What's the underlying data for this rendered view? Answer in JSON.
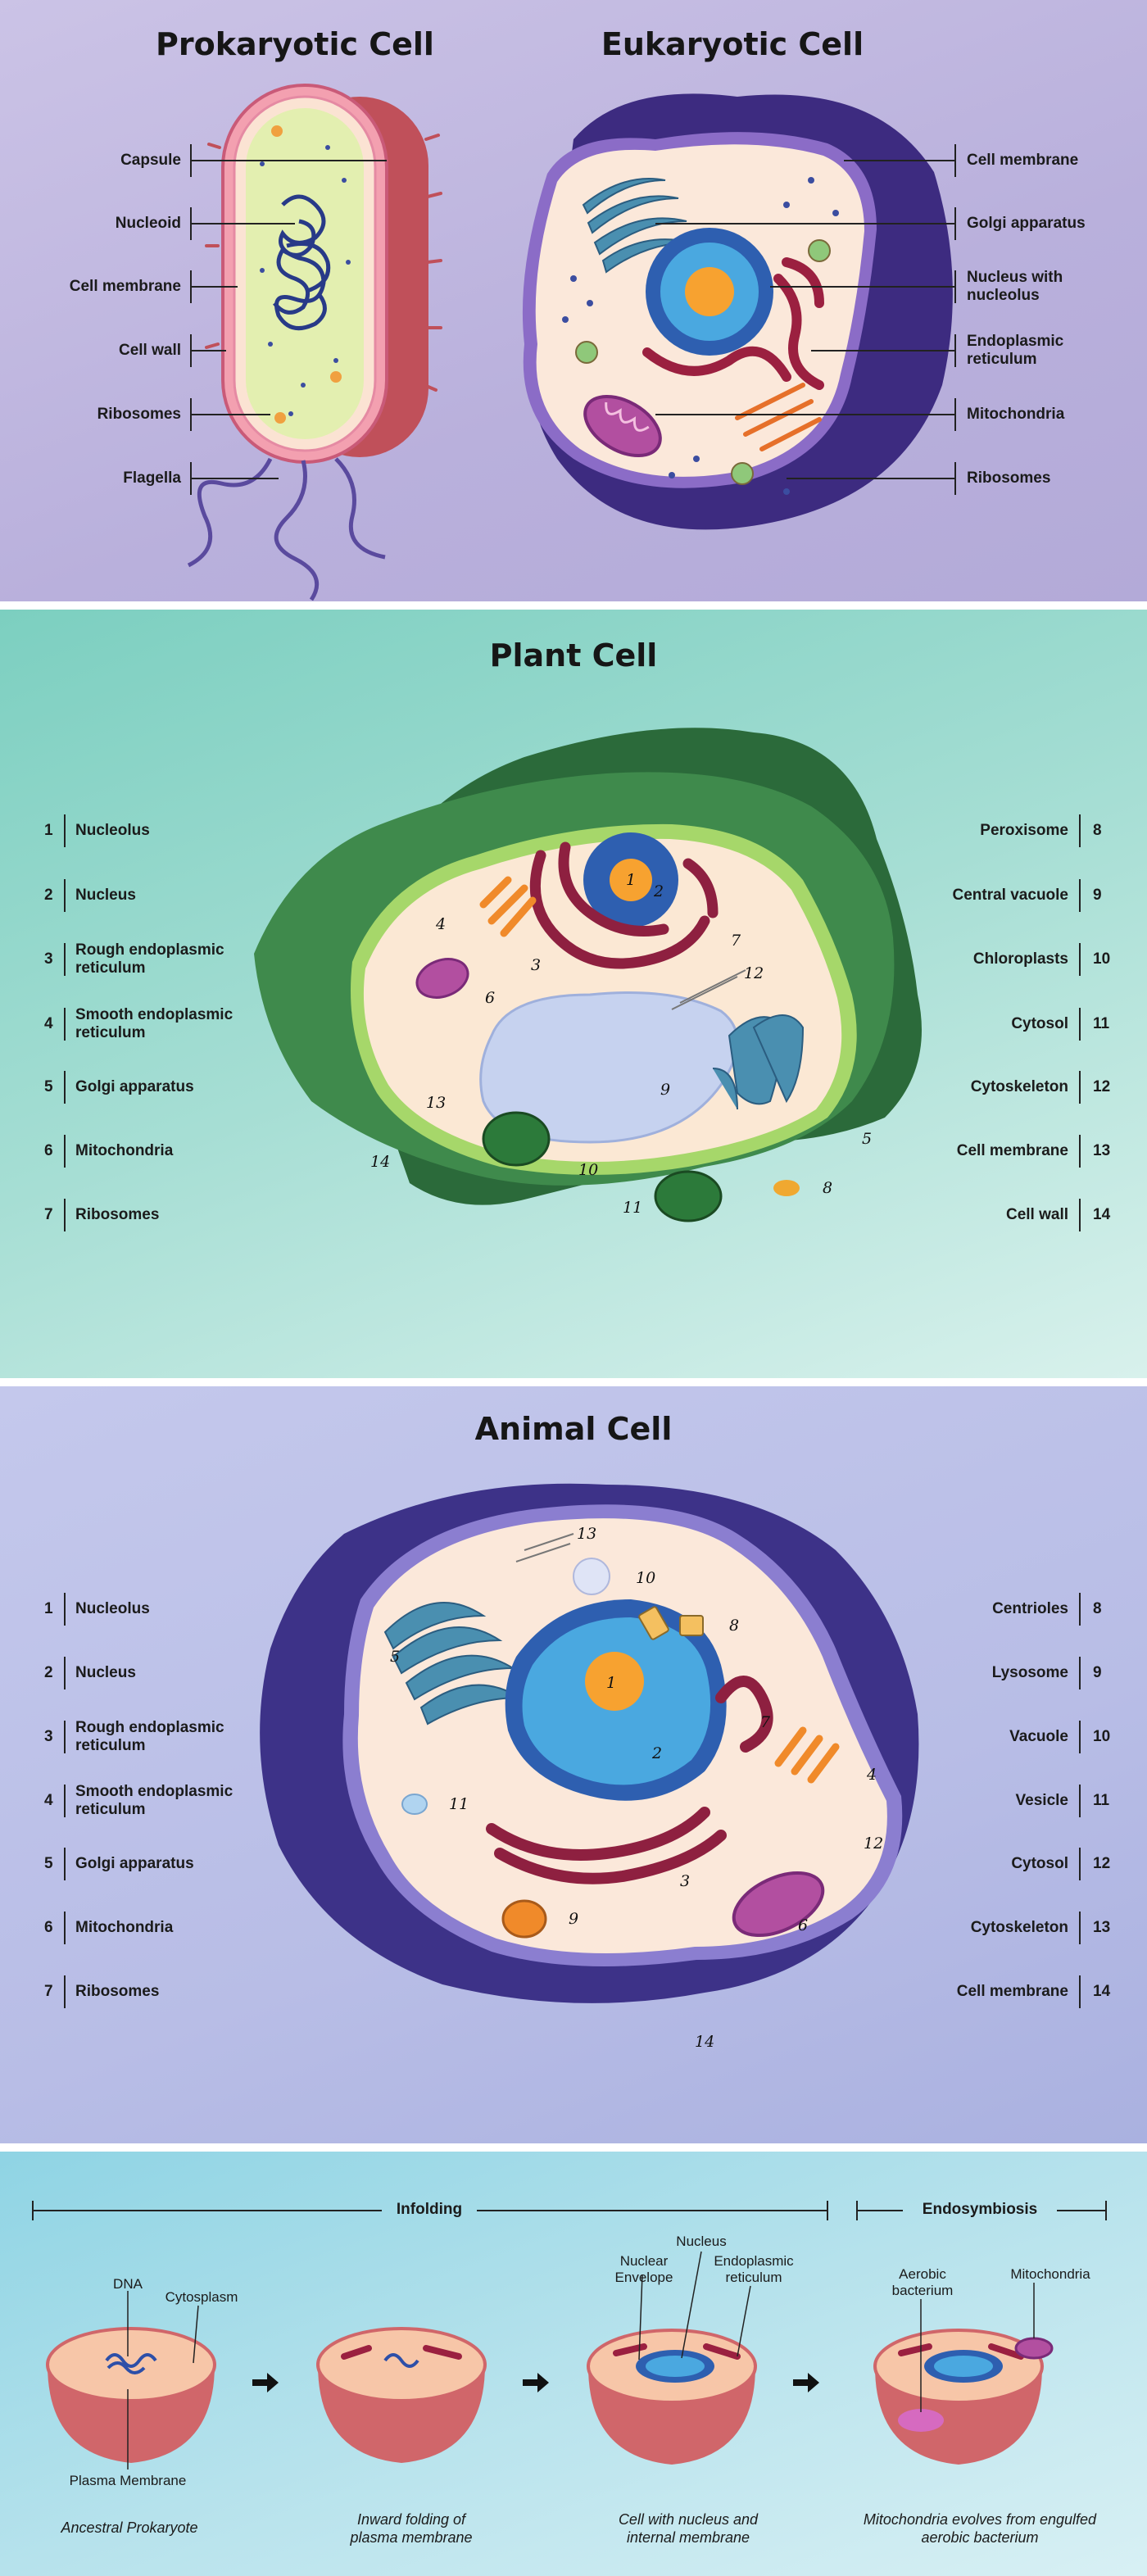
{
  "section1": {
    "prokaryote_title": "Prokaryotic Cell",
    "eukaryote_title": "Eukaryotic Cell",
    "prokaryote_labels": [
      "Capsule",
      "Nucleoid",
      "Cell membrane",
      "Cell wall",
      "Ribosomes",
      "Flagella"
    ],
    "eukaryote_labels": [
      "Cell membrane",
      "Golgi apparatus",
      "Nucleus with nucleolus",
      "Endoplasmic reticulum",
      "Mitochondria",
      "Ribosomes"
    ]
  },
  "section2": {
    "title": "Plant Cell",
    "left": [
      {
        "n": "1",
        "label": "Nucleolus"
      },
      {
        "n": "2",
        "label": "Nucleus"
      },
      {
        "n": "3",
        "label": "Rough endoplasmic reticulum"
      },
      {
        "n": "4",
        "label": "Smooth endoplasmic reticulum"
      },
      {
        "n": "5",
        "label": "Golgi apparatus"
      },
      {
        "n": "6",
        "label": "Mitochondria"
      },
      {
        "n": "7",
        "label": "Ribosomes"
      }
    ],
    "right": [
      {
        "n": "8",
        "label": "Peroxisome"
      },
      {
        "n": "9",
        "label": "Central vacuole"
      },
      {
        "n": "10",
        "label": "Chloroplasts"
      },
      {
        "n": "11",
        "label": "Cytosol"
      },
      {
        "n": "12",
        "label": "Cytoskeleton"
      },
      {
        "n": "13",
        "label": "Cell membrane"
      },
      {
        "n": "14",
        "label": "Cell wall"
      }
    ]
  },
  "section3": {
    "title": "Animal Cell",
    "left": [
      {
        "n": "1",
        "label": "Nucleolus"
      },
      {
        "n": "2",
        "label": "Nucleus"
      },
      {
        "n": "3",
        "label": "Rough endoplasmic reticulum"
      },
      {
        "n": "4",
        "label": "Smooth endoplasmic reticulum"
      },
      {
        "n": "5",
        "label": "Golgi apparatus"
      },
      {
        "n": "6",
        "label": "Mitochondria"
      },
      {
        "n": "7",
        "label": "Ribosomes"
      }
    ],
    "right": [
      {
        "n": "8",
        "label": "Centrioles"
      },
      {
        "n": "9",
        "label": "Lysosome"
      },
      {
        "n": "10",
        "label": "Vacuole"
      },
      {
        "n": "11",
        "label": "Vesicle"
      },
      {
        "n": "12",
        "label": "Cytosol"
      },
      {
        "n": "13",
        "label": "Cytoskeleton"
      },
      {
        "n": "14",
        "label": "Cell membrane"
      }
    ]
  },
  "section4": {
    "infolding": "Infolding",
    "endosymbiosis": "Endosymbiosis",
    "labels": {
      "dna": "DNA",
      "cytosplasm": "Cytosplasm",
      "plasma_membrane": "Plasma Membrane",
      "nucleus": "Nucleus",
      "nuclear_envelope": "Nuclear Envelope",
      "endoplasmic_reticulum": "Endoplasmic reticulum",
      "aerobic_bacterium": "Aerobic bacterium",
      "mitochondria": "Mitochondria"
    },
    "captions": [
      "Ancestral Prokaryote",
      "Inward folding of plasma membrane",
      "Cell with nucleus and internal membrane",
      "Mitochondria evolves from engulfed aerobic bacterium"
    ]
  }
}
